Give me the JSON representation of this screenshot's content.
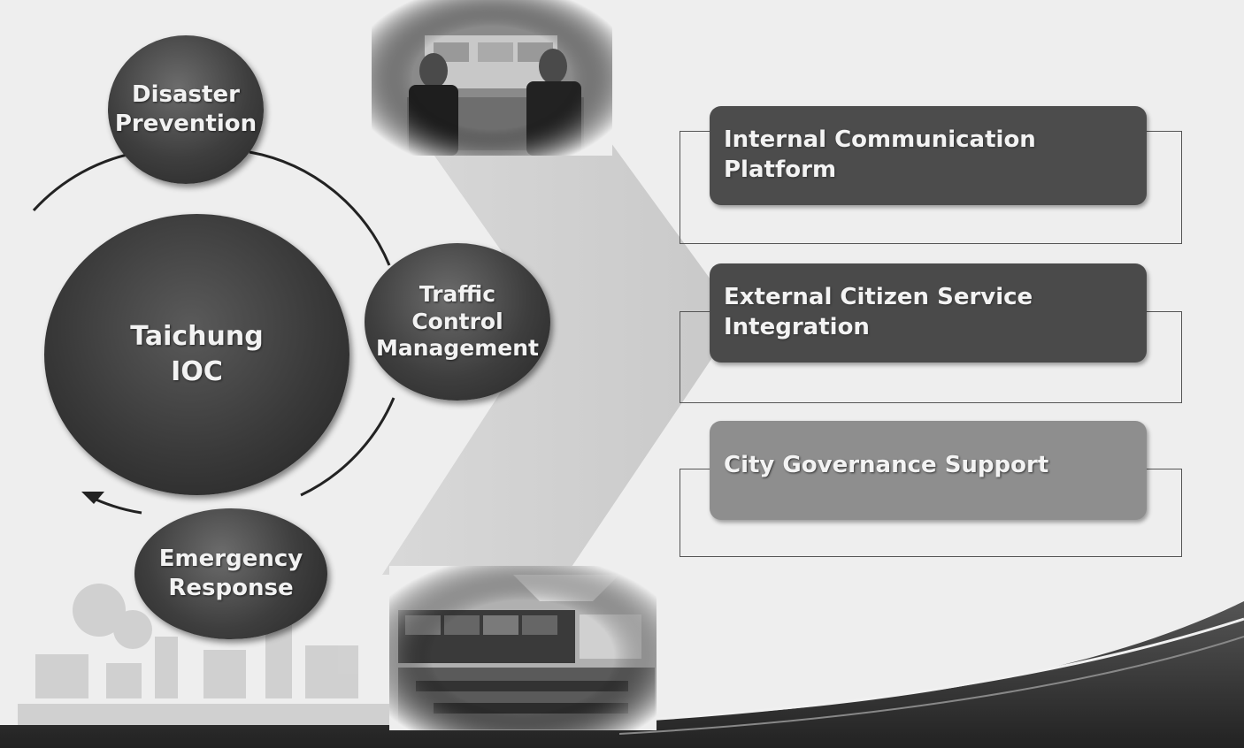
{
  "circles": {
    "main": "Taichung\nIOC",
    "disaster": "Disaster\nPrevention",
    "traffic": "Traffic\nControl\nManagement",
    "emergency": "Emergency\nResponse"
  },
  "boxes": [
    {
      "label": "Internal Communication\nPlatform"
    },
    {
      "label": "External Citizen Service\nIntegration"
    },
    {
      "label": "City Governance Support"
    }
  ],
  "colors": {
    "circle_dark": "#3e3e3e",
    "box_dark": "#4c4c4c",
    "box_light": "#8e8e8e",
    "arrow": "#cccccc",
    "footer_band": "#3a3a3a"
  }
}
